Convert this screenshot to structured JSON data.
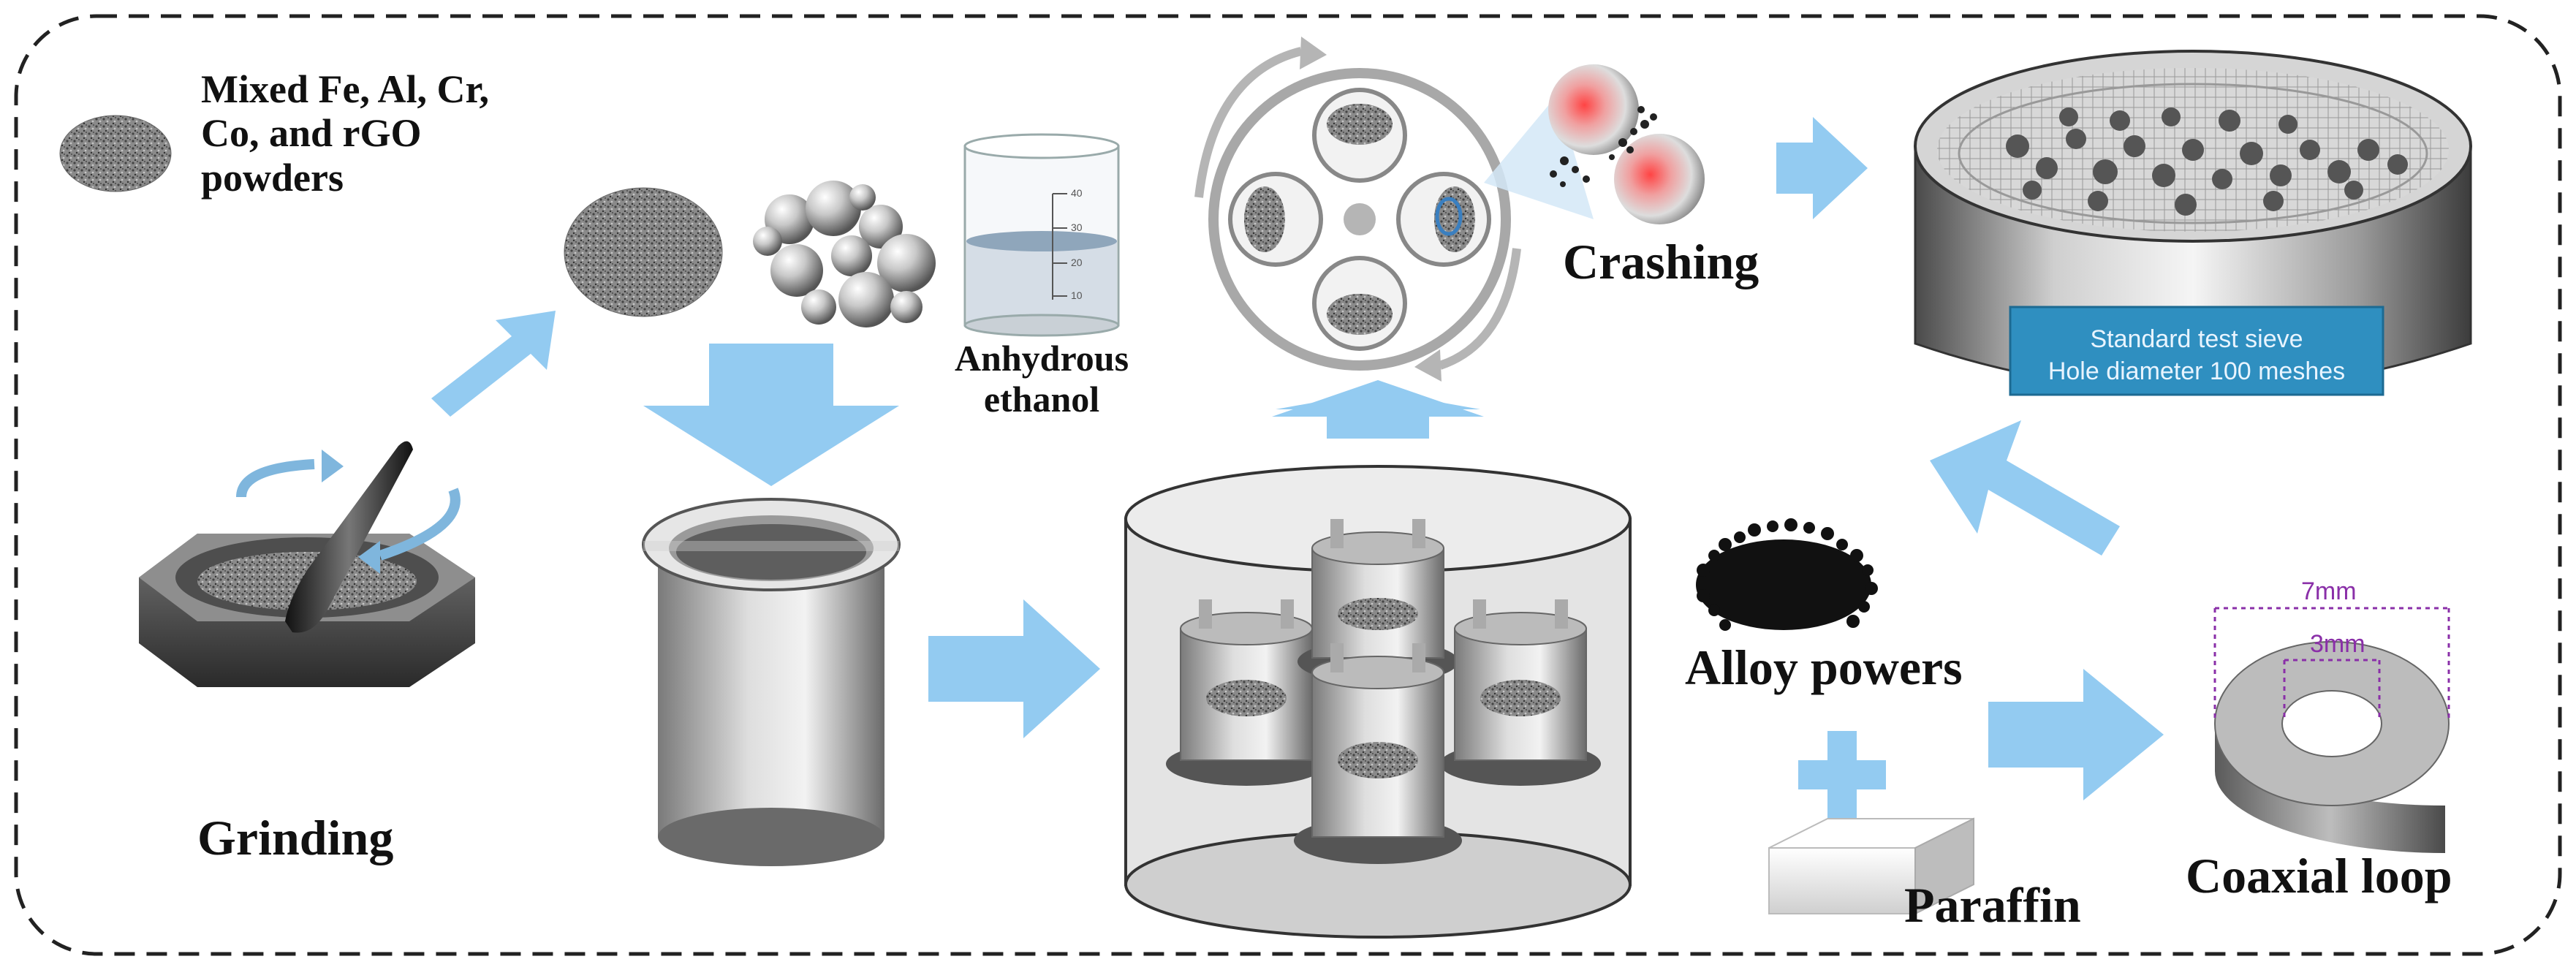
{
  "labels": {
    "powders": "Mixed Fe, Al, Cr, Co, and rGO powders",
    "grinding": "Grinding",
    "ethanol": "Anhydrous ethanol",
    "crashing": "Crashing",
    "alloy": "Alloy powers",
    "paraffin": "Paraffin",
    "coaxial": "Coaxial loop"
  },
  "sieve": {
    "line1": "Standard test sieve",
    "line2": "Hole diameter 100 meshes"
  },
  "dimensions": {
    "outer": "7mm",
    "inner": "3mm"
  },
  "beaker_ticks": [
    "40",
    "30",
    "20",
    "10"
  ],
  "colors": {
    "arrow": "#93cbf1",
    "border": "#222222",
    "sieve_label_bg": "#2f8fc0",
    "dimension": "#8a2fa8"
  }
}
